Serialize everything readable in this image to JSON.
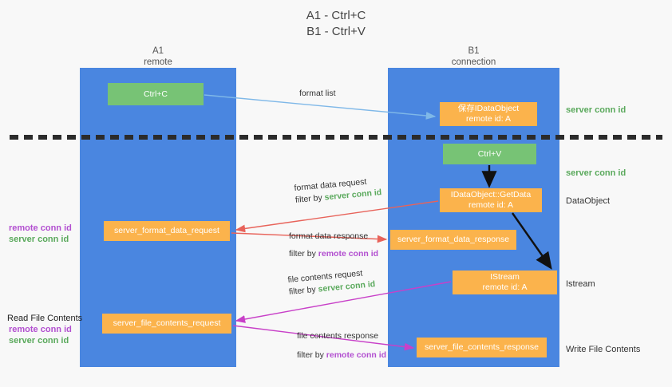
{
  "title": {
    "line1": "A1 - Ctrl+C",
    "line2": "B1 - Ctrl+V"
  },
  "lanes": [
    {
      "name": "A1",
      "sub": "remote",
      "color": "#4a86e0"
    },
    {
      "name": "B1",
      "sub": "connection",
      "color": "#4a86e0"
    }
  ],
  "boxes": {
    "ctrl_c": {
      "line1": "Ctrl+C",
      "color": "#77c375"
    },
    "save_dataobject": {
      "line1": "保存IDataObject",
      "line2": "remote id: A",
      "color": "#fbb34c"
    },
    "ctrl_v": {
      "line1": "Ctrl+V",
      "color": "#77c375"
    },
    "getdata": {
      "line1": "IDataObject::GetData",
      "line2": "remote id: A",
      "color": "#fbb34c"
    },
    "server_format_data_request": {
      "line1": "server_format_data_request",
      "color": "#fbb34c"
    },
    "server_format_data_response": {
      "line1": "server_format_data_response",
      "color": "#fbb34c"
    },
    "istream": {
      "line1": "IStream",
      "line2": "remote id: A",
      "color": "#fbb34c"
    },
    "server_file_contents_request": {
      "line1": "server_file_contents_request",
      "color": "#fbb34c"
    },
    "server_file_contents_response": {
      "line1": "server_file_contents_response",
      "color": "#fbb34c"
    }
  },
  "arrow_labels": {
    "format_list": {
      "line1": "format list"
    },
    "format_data_request": {
      "line1": "format data request",
      "filter_prefix": "filter by ",
      "filter_value": "server conn id"
    },
    "format_data_response": {
      "line1": "format data response",
      "filter_prefix": "filter by ",
      "filter_value": "remote conn id"
    },
    "file_contents_request": {
      "line1": "file contents request",
      "filter_prefix": "filter by ",
      "filter_value": "server conn id"
    },
    "file_contents_response": {
      "line1": "file contents response",
      "filter_prefix": "filter by ",
      "filter_value": "remote conn id"
    }
  },
  "right_captions": {
    "server_conn_id_top": "server conn id",
    "server_conn_id_mid": "server conn id",
    "dataobject": "DataObject",
    "istream": "Istream",
    "write_file_contents": "Write File Contents"
  },
  "left_captions": {
    "mid_remote": "remote conn id",
    "mid_server": "server conn id",
    "read_file_contents": "Read File Contents",
    "bot_remote": "remote conn id",
    "bot_server": "server conn id"
  },
  "colors": {
    "lane_blue": "#4a86e0",
    "green_box": "#77c375",
    "orange_box": "#fbb34c",
    "server_conn_green": "#5aa95c",
    "remote_conn_purple": "#b24fd0",
    "arrow_red": "#e8635a",
    "arrow_magenta": "#c840c8",
    "arrow_lightblue": "#7fb8e8",
    "arrow_black": "#111111",
    "dash_line": "#2b2b2b"
  }
}
